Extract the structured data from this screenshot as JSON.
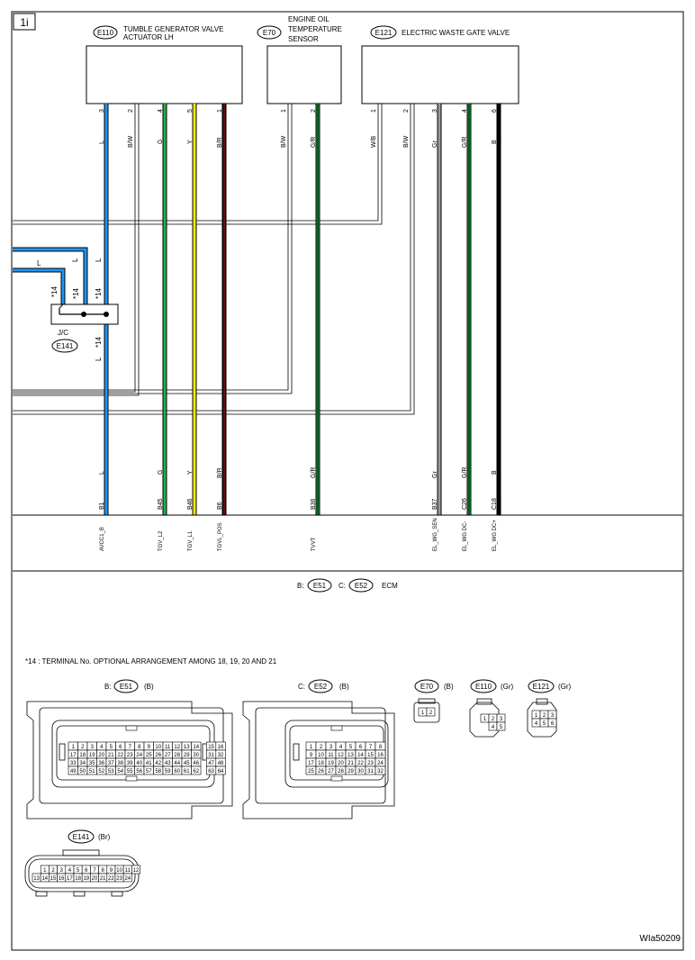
{
  "page_label": "1i",
  "figure_code": "WIa50209",
  "components": {
    "e110": {
      "code": "E110",
      "name": "TUMBLE GENERATOR VALVE ACTUATOR LH"
    },
    "e70": {
      "code": "E70",
      "name": "ENGINE OIL TEMPERATURE SENSOR"
    },
    "e121": {
      "code": "E121",
      "name": "ELECTRIC WASTE GATE VALVE"
    }
  },
  "component_wires": [
    {
      "pin": "3",
      "color_code": "L"
    },
    {
      "pin": "2",
      "color_code": "B/W"
    },
    {
      "pin": "4",
      "color_code": "G"
    },
    {
      "pin": "5",
      "color_code": "Y"
    },
    {
      "pin": "1",
      "color_code": "B/R"
    },
    {
      "pin": "1",
      "color_code": "B/W"
    },
    {
      "pin": "2",
      "color_code": "G/R"
    },
    {
      "pin": "1",
      "color_code": "W/B"
    },
    {
      "pin": "2",
      "color_code": "B/W"
    },
    {
      "pin": "3",
      "color_code": "Gr"
    },
    {
      "pin": "4",
      "color_code": "G/R"
    },
    {
      "pin": "6",
      "color_code": "B"
    }
  ],
  "junction": {
    "label": "J/C",
    "code": "E141",
    "wire_label_in": "L",
    "tags": [
      "L",
      "L",
      "L"
    ],
    "marks": [
      "*14",
      "*14",
      "*14",
      "*14"
    ],
    "below_color": "L"
  },
  "ecm_pins": [
    {
      "color_code": "L",
      "terminal": "B1",
      "signal": "AVCC1_B"
    },
    {
      "color_code": "G",
      "terminal": "B45",
      "signal": "TGV_L2"
    },
    {
      "color_code": "Y",
      "terminal": "B46",
      "signal": "TGV_L1"
    },
    {
      "color_code": "B/R",
      "terminal": "B6",
      "signal": "TGVL_POS"
    },
    {
      "color_code": "G/R",
      "terminal": "B36",
      "signal": "TVVT"
    },
    {
      "color_code": "Gr",
      "terminal": "B37",
      "signal": "EL_WG_SEN"
    },
    {
      "color_code": "G/R",
      "terminal": "C26",
      "signal": "EL_WG DC-"
    },
    {
      "color_code": "B",
      "terminal": "C18",
      "signal": "EL_WG DC+"
    }
  ],
  "ecm": {
    "b_prefix": "B:",
    "b_code": "E51",
    "c_prefix": "C:",
    "c_code": "E52",
    "name": "ECM"
  },
  "footnote": "*14 : TERMINAL No. OPTIONAL ARRANGEMENT AMONG 18, 19, 20 AND 21",
  "connectors": {
    "e51": {
      "prefix": "B:",
      "code": "E51",
      "color": "(B)"
    },
    "e52": {
      "prefix": "C:",
      "code": "E52",
      "color": "(B)"
    },
    "e70": {
      "code": "E70",
      "color": "(B)"
    },
    "e110": {
      "code": "E110",
      "color": "(Gr)"
    },
    "e121": {
      "code": "E121",
      "color": "(Gr)"
    },
    "e141": {
      "code": "E141",
      "color": "(Br)"
    }
  },
  "wire_colors": {
    "L": "#2196f3",
    "G": "#22b04a",
    "Y": "#ffe600",
    "B/R": "#000000",
    "B/R_stripe": "#cc2222",
    "G/R": "#22b04a",
    "G/R_stripe": "#000000",
    "Gr": "#9a9a9a",
    "B": "#000000"
  }
}
